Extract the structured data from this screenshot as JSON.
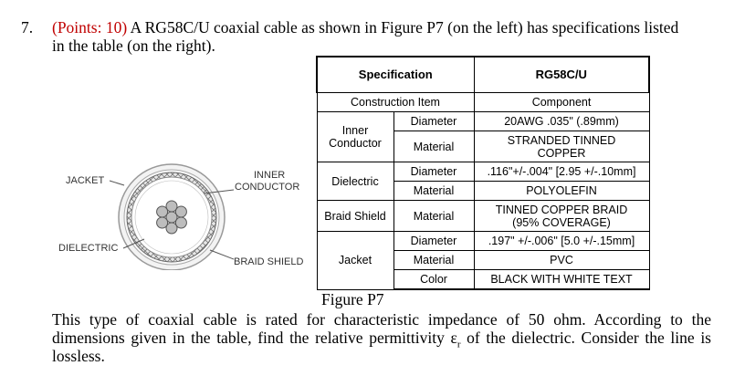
{
  "question": {
    "number": "7.",
    "points": "(Points: 10)",
    "line1_rest": " A RG58C/U coaxial cable as shown in Figure P7 (on the left) has specifications listed",
    "line2": "in the table (on the right)."
  },
  "figure": {
    "labels": {
      "jacket": "JACKET",
      "inner_line1": "INNER",
      "inner_line2": "CONDUCTOR",
      "dielectric": "DIELECTRIC",
      "braid": "BRAID SHIELD"
    },
    "caption": "Figure P7"
  },
  "table": {
    "header": {
      "left": "Specification",
      "right": "RG58C/U"
    },
    "construction_item": "Construction Item",
    "component": "Component",
    "inner_conductor": "Inner\nConductor",
    "dielectric": "Dielectric",
    "braid_shield": "Braid Shield",
    "jacket": "Jacket",
    "diameter": "Diameter",
    "material": "Material",
    "color": "Color",
    "inner_diameter": "20AWG .035\" (.89mm)",
    "inner_material": "STRANDED TINNED\nCOPPER",
    "dielectric_diameter": ".116\"+/-.004\" [2.95 +/-.10mm]",
    "dielectric_material": "POLYOLEFIN",
    "braid_material": "TINNED COPPER BRAID\n(95% COVERAGE)",
    "jacket_diameter": ".197\" +/-.006\" [5.0 +/-.15mm]",
    "jacket_material": "PVC",
    "jacket_color": "BLACK WITH WHITE TEXT"
  },
  "paragraph": {
    "line1": "This type of coaxial cable is rated for characteristic impedance of 50 ohm. According to the",
    "line2_a": "dimensions given in the table, find the relative permittivity ",
    "epsilon": "ε",
    "sub_r": "r",
    "line2_b": " of the dielectric. Consider the line is",
    "line3": "lossless."
  }
}
